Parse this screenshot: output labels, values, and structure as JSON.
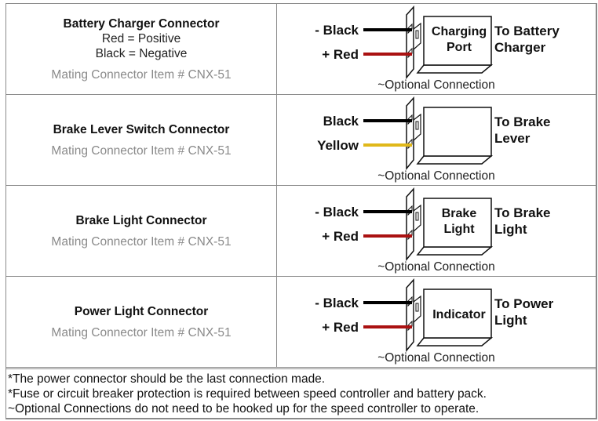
{
  "rows": [
    {
      "title": "Battery Charger Connector",
      "lines": [
        "Red = Positive",
        "Black = Negative"
      ],
      "mating": "Mating Connector Item # CNX-51",
      "diagram": {
        "wires": [
          {
            "label": "- Black",
            "color": "#000000"
          },
          {
            "label": "+ Red",
            "color": "#aa1111"
          }
        ],
        "box_label": [
          "Charging",
          "Port"
        ],
        "to_label": [
          "To Battery",
          "Charger"
        ]
      },
      "optional": "~Optional Connection"
    },
    {
      "title": "Brake Lever Switch Connector",
      "lines": [],
      "mating": "Mating Connector Item # CNX-51",
      "diagram": {
        "wires": [
          {
            "label": "Black",
            "color": "#000000"
          },
          {
            "label": "Yellow",
            "color": "#e0b81a"
          }
        ],
        "box_label": [],
        "to_label": [
          "To Brake",
          "Lever"
        ]
      },
      "optional": "~Optional Connection"
    },
    {
      "title": "Brake Light Connector",
      "lines": [],
      "mating": "Mating Connector Item # CNX-51",
      "diagram": {
        "wires": [
          {
            "label": "- Black",
            "color": "#000000"
          },
          {
            "label": "+ Red",
            "color": "#aa1111"
          }
        ],
        "box_label": [
          "Brake",
          "Light"
        ],
        "to_label": [
          "To Brake",
          "Light"
        ]
      },
      "optional": "~Optional Connection"
    },
    {
      "title": "Power Light Connector",
      "lines": [],
      "mating": "Mating Connector Item # CNX-51",
      "diagram": {
        "wires": [
          {
            "label": "- Black",
            "color": "#000000"
          },
          {
            "label": "+ Red",
            "color": "#aa1111"
          }
        ],
        "box_label": [
          "Indicator"
        ],
        "to_label": [
          "To Power",
          "Light"
        ]
      },
      "optional": "~Optional Connection"
    }
  ],
  "footer": [
    "*The power connector should be the last connection made.",
    "*Fuse or circuit breaker protection is required between speed controller and battery pack.",
    "~Optional Connections do not need to be hooked up for the speed controller to operate."
  ]
}
